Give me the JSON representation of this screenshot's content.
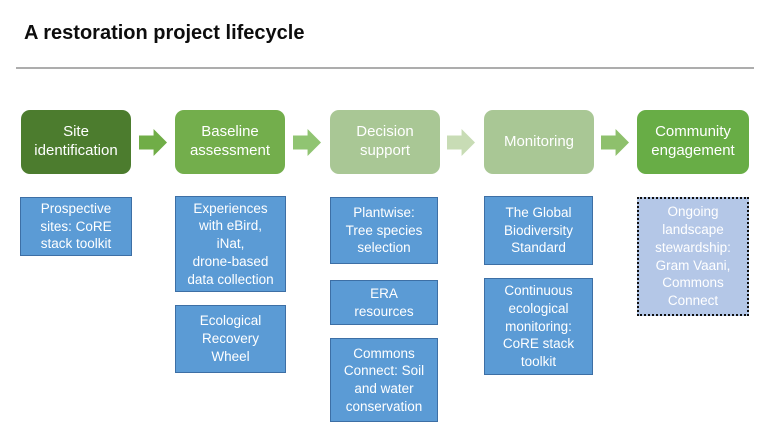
{
  "title": "A restoration project lifecycle",
  "stages": [
    {
      "label": "Site\nidentification",
      "color": "#4c7c2e"
    },
    {
      "label": "Baseline\nassessment",
      "color": "#73ae4c"
    },
    {
      "label": "Decision\nsupport",
      "color": "#a9c795"
    },
    {
      "label": "Monitoring",
      "color": "#a9c795"
    },
    {
      "label": "Community\nengagement",
      "color": "#68ad46"
    }
  ],
  "arrows": [
    {
      "name": "arrow-1",
      "color": "#70ad47"
    },
    {
      "name": "arrow-2",
      "color": "#90c472"
    },
    {
      "name": "arrow-3",
      "color": "#c8dcb5"
    },
    {
      "name": "arrow-4",
      "color": "#8ec06c"
    }
  ],
  "columns": [
    {
      "stage": "site-identification",
      "boxes": [
        {
          "text": "Prospective\nsites: CoRE\nstack toolkit"
        }
      ]
    },
    {
      "stage": "baseline-assessment",
      "boxes": [
        {
          "text": "Experiences\nwith eBird,\niNat,\ndrone-based\ndata collection"
        },
        {
          "text": "Ecological\nRecovery\nWheel"
        }
      ]
    },
    {
      "stage": "decision-support",
      "boxes": [
        {
          "text": "Plantwise:\nTree species\nselection"
        },
        {
          "text": "ERA\nresources"
        },
        {
          "text": "Commons\nConnect: Soil\nand water\nconservation"
        }
      ]
    },
    {
      "stage": "monitoring",
      "boxes": [
        {
          "text": "The Global\nBiodiversity\nStandard"
        },
        {
          "text": "Continuous\necological\nmonitoring:\nCoRE stack\ntoolkit"
        }
      ]
    },
    {
      "stage": "community-engagement",
      "boxes": [
        {
          "text": "Ongoing\nlandscape\nstewardship:\nGram Vaani,\nCommons\nConnect",
          "variant": "dashed"
        }
      ]
    }
  ],
  "colors": {
    "detail_fill": "#5b9bd5",
    "detail_border": "#3d6fa5",
    "stewardship_fill": "#b4c7e7",
    "divider": "#adadad",
    "title_text": "#0d0d0d",
    "box_text": "#ffffff"
  }
}
